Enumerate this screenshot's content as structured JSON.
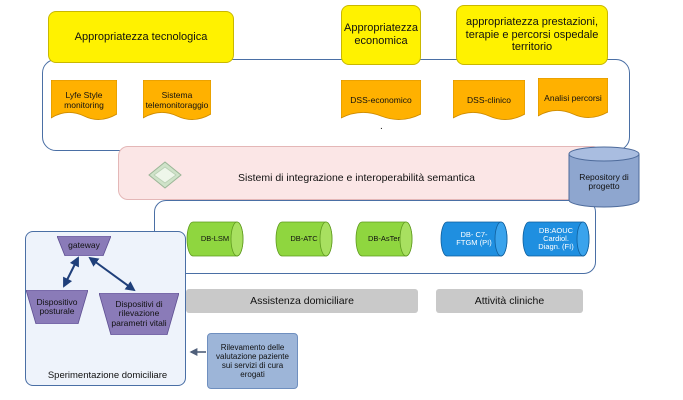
{
  "top": {
    "tecnologica": "Appropriatezza tecnologica",
    "economica": "Appropriatezza economica",
    "prestazioni": "appropriatezza prestazioni, terapie e percorsi ospedale territorio"
  },
  "docs": {
    "lifestyle": "Lyfe Style monitoring",
    "telemonitoraggio": "Sistema telemonitoraggio",
    "dss_economico": "DSS-economico",
    "dss_clinico": "DSS-clinico",
    "analisi": "Analisi percorsi"
  },
  "stray_dot": ".",
  "band": {
    "label": "Sistemi di integrazione e  interoperabilità semantica"
  },
  "repository": {
    "label": "Repository di progetto"
  },
  "db": {
    "lsm": "DB-LSM",
    "atc": "DB-ATC",
    "aster": "DB-AsTer",
    "c7": "DB- C7-FTGM (PI)",
    "aouc": "DB:AOUC Cardiol. Diagn. (FI)"
  },
  "bands": {
    "assistenza": "Assistenza domiciliare",
    "cliniche": "Attività cliniche"
  },
  "domiciliare": {
    "gateway": "gateway",
    "posturale": "Dispositivo posturale",
    "parametri": "Dispositivi di rilevazione parametri vitali",
    "label": "Sperimentazione domiciliare"
  },
  "note": {
    "rilevamento": "Rilevamento delle valutazione paziente sui servizi di cura erogati"
  },
  "colors": {
    "yellow": "#fff200",
    "orange_doc": "#ffb100",
    "green_db": "#8fd63f",
    "blue_db": "#1f8fe0",
    "purple": "#8a7bb8",
    "frame_blue": "#4a6fa5",
    "pink_band": "#fbe6e6"
  }
}
